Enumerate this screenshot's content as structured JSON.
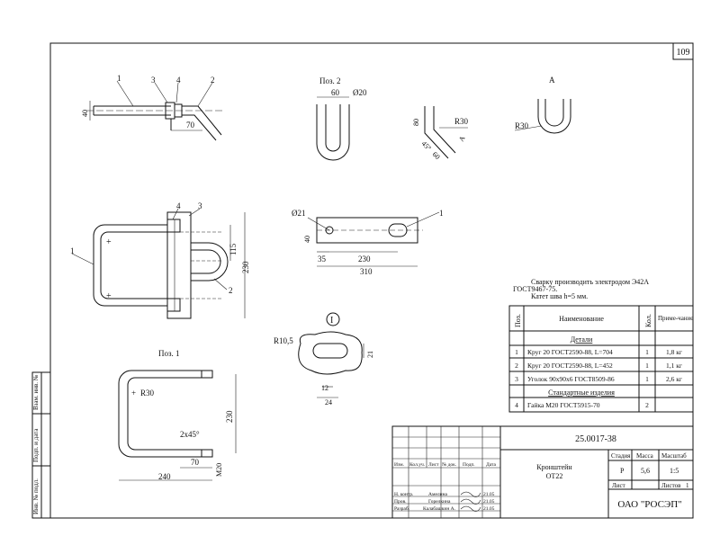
{
  "sheet_number": "109",
  "side_stamp": [
    "Инв. № подл.",
    "Подп. и дата",
    "Взам. инв. №"
  ],
  "views": {
    "pos2_title": "Поз. 2",
    "pos1_title": "Поз. 1",
    "view_a_title": "А",
    "node_mark": "I",
    "arrow_a": "А"
  },
  "leaders": {
    "l1": "1",
    "l2": "2",
    "l3": "3",
    "l4": "4"
  },
  "dims": {
    "d40": "40",
    "d70": "70",
    "d60": "60",
    "dO20": "Ø20",
    "d80": "80",
    "dR30": "R30",
    "d45": "45°",
    "d60b": "60",
    "d115": "115",
    "d230": "230",
    "dO21": "Ø21",
    "d40b": "40",
    "d35": "35",
    "d230b": "230",
    "d310": "310",
    "dR105": "R10,5",
    "d21": "21",
    "d12": "12",
    "d24": "24",
    "dR30b": "R30",
    "d2x45": "2x45°",
    "d70b": "70",
    "dM20": "M20",
    "d240": "240",
    "d230c": "230",
    "dR30c": "R30"
  },
  "notes": {
    "line1": "Сварку производить электродом Э42А",
    "line2": "ГОСТ9467-75.",
    "line3": "Катет шва h=5 мм."
  },
  "spec": {
    "header": {
      "pos": "Поз.",
      "name": "Наименование",
      "qty": "Кол.",
      "note": "Приме-чание"
    },
    "section_details": "Детали",
    "section_standard": "Стандартные изделия",
    "rows": [
      {
        "pos": "1",
        "name": "Круг 20 ГОСТ2590-88, L=704",
        "qty": "1",
        "note": "1,8 кг"
      },
      {
        "pos": "2",
        "name": "Круг 20 ГОСТ2590-88, L=452",
        "qty": "1",
        "note": "1,1 кг"
      },
      {
        "pos": "3",
        "name": "Уголок 90х90х6 ГОСТ8509-86",
        "qty": "1",
        "note": "2,6 кг"
      }
    ],
    "std_rows": [
      {
        "pos": "4",
        "name": "Гайка М20 ГОСТ5915-70",
        "qty": "2",
        "note": ""
      }
    ]
  },
  "title_block": {
    "code": "25.0017-38",
    "name_line1": "Кронштейн",
    "name_line2": "ОТ22",
    "stage_label": "Стадия",
    "stage": "Р",
    "mass_label": "Масса",
    "mass": "5,6",
    "scale_label": "Масштаб",
    "scale": "1:5",
    "sheet_label": "Лист",
    "sheets_label": "Листов",
    "sheets": "1",
    "org": "ОАО \"РОСЭП\"",
    "col_heads": [
      "Изм.",
      "Кол.уч.",
      "Лист",
      "№ док.",
      "Подп.",
      "Дата"
    ],
    "roles": [
      {
        "role": "Н. контр.",
        "name": "Амелина",
        "date": "21.05"
      },
      {
        "role": "Пров.",
        "name": "Горелкина",
        "date": "21.05"
      },
      {
        "role": "Разраб.",
        "name": "Калабашкин А.",
        "date": "21.05"
      }
    ]
  }
}
